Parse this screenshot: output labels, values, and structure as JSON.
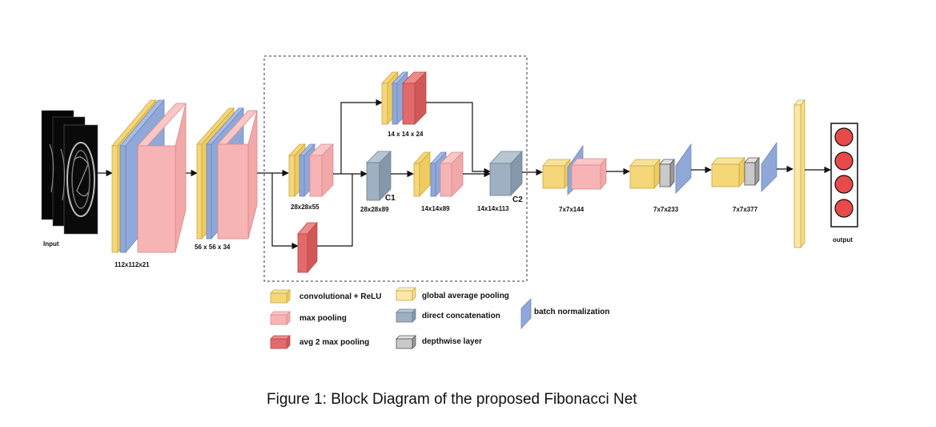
{
  "labels": {
    "input": "Input",
    "l112": "112x112x21",
    "l56": "56 x 56 x 34",
    "l28a": "28x28x55",
    "l28b": "28x28x89",
    "c1": "C1",
    "l14top": "14 x 14 x 24",
    "l14a": "14x14x89",
    "c2": "C2",
    "l14b": "14x14x113",
    "l7a": "7x7x144",
    "l7b": "7x7x233",
    "l7c": "7x7x377",
    "output": "output"
  },
  "legend": {
    "conv": "convolutional + ReLU",
    "maxpool": "max pooling",
    "avgmax": "avg 2 max pooling",
    "gap": "global average pooling",
    "concat": "direct concatenation",
    "depthwise": "depthwise layer",
    "bn": "batch normalization"
  },
  "caption": "Figure 1: Block Diagram of the proposed Fibonacci Net",
  "colors": {
    "conv": "#f5d77a",
    "bn": "#8fa8d8",
    "maxpool": "#f7b4b4",
    "avgmax": "#e26a6a",
    "concat": "#9fb0c3",
    "depthwise": "#c9c9c9",
    "gap": "#fbe8a6",
    "output_node": "#e84a4a"
  }
}
